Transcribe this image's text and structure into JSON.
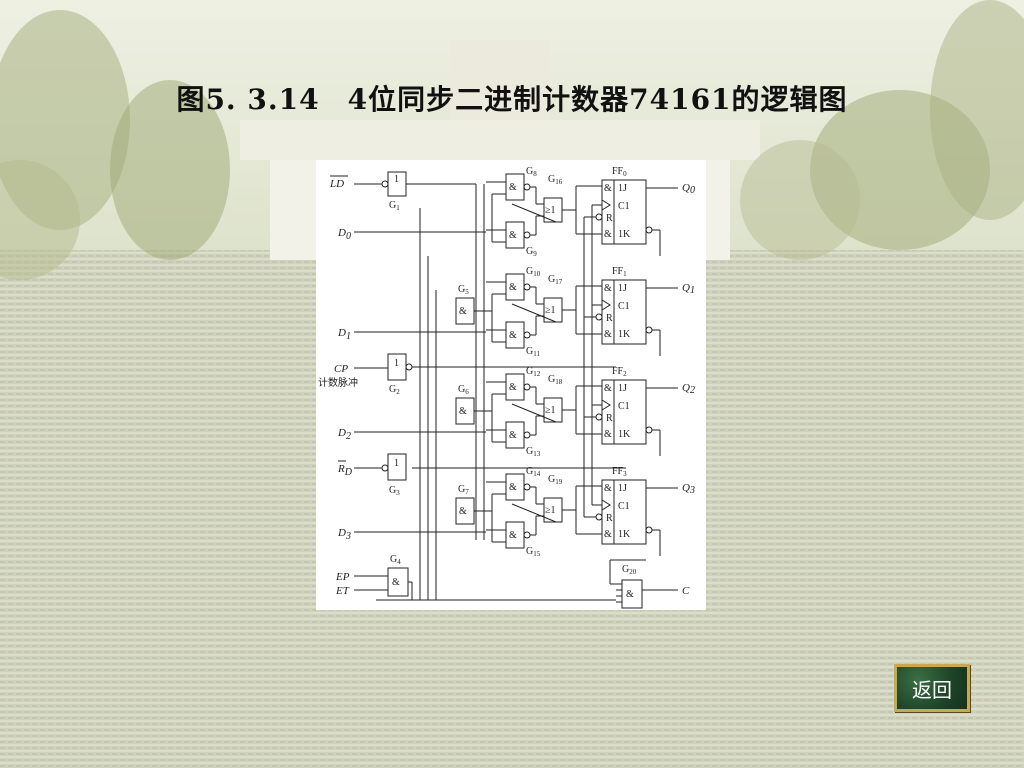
{
  "title": {
    "figure_number": "图5. 3.14",
    "caption": "4位同步二进制计数器74161的逻辑图"
  },
  "back_button": {
    "label": "返回"
  },
  "diagram": {
    "inputs": {
      "ld": "LD",
      "d0": "D",
      "d0_sub": "0",
      "d1": "D",
      "d1_sub": "1",
      "cp": "CP",
      "cp_note": "计数脉冲",
      "d2": "D",
      "d2_sub": "2",
      "rd": "R",
      "rd_sub": "D",
      "d3": "D",
      "d3_sub": "3",
      "ep": "EP",
      "et": "ET"
    },
    "outputs": {
      "q0": "Q",
      "q0_sub": "0",
      "q1": "Q",
      "q1_sub": "1",
      "q2": "Q",
      "q2_sub": "2",
      "q3": "Q",
      "q3_sub": "3",
      "c": "C"
    },
    "gates": {
      "not_symbol": "1",
      "and_symbol": "&",
      "g1": "G",
      "g1_sub": "1",
      "g2": "G",
      "g2_sub": "2",
      "g3": "G",
      "g3_sub": "3",
      "g4": "G",
      "g4_sub": "4",
      "g5": "G",
      "g5_sub": "5",
      "g6": "G",
      "g6_sub": "6",
      "g7": "G",
      "g7_sub": "7",
      "g8": "G",
      "g8_sub": "8",
      "g9": "G",
      "g9_sub": "9",
      "g10": "G",
      "g10_sub": "10",
      "g11": "G",
      "g11_sub": "11",
      "g12": "G",
      "g12_sub": "12",
      "g13": "G",
      "g13_sub": "13",
      "g14": "G",
      "g14_sub": "14",
      "g15": "G",
      "g15_sub": "15",
      "g16": "G",
      "g16_sub": "16",
      "g17": "G",
      "g17_sub": "17",
      "g18": "G",
      "g18_sub": "18",
      "g19": "G",
      "g19_sub": "19",
      "g20": "G",
      "g20_sub": "20",
      "ge_symbol": "≥1"
    },
    "flipflops": {
      "ff0": "FF",
      "ff0_sub": "0",
      "ff1": "FF",
      "ff1_sub": "1",
      "ff2": "FF",
      "ff2_sub": "2",
      "ff3": "FF",
      "ff3_sub": "3",
      "pin_1j": "1J",
      "pin_c1": "C1",
      "pin_r": "R",
      "pin_1k": "1K"
    }
  },
  "colors": {
    "sky": "#e8ecd9",
    "foliage": "#9aa26e",
    "button_bg": "#1f4a2c",
    "button_border": "#c8a850"
  }
}
